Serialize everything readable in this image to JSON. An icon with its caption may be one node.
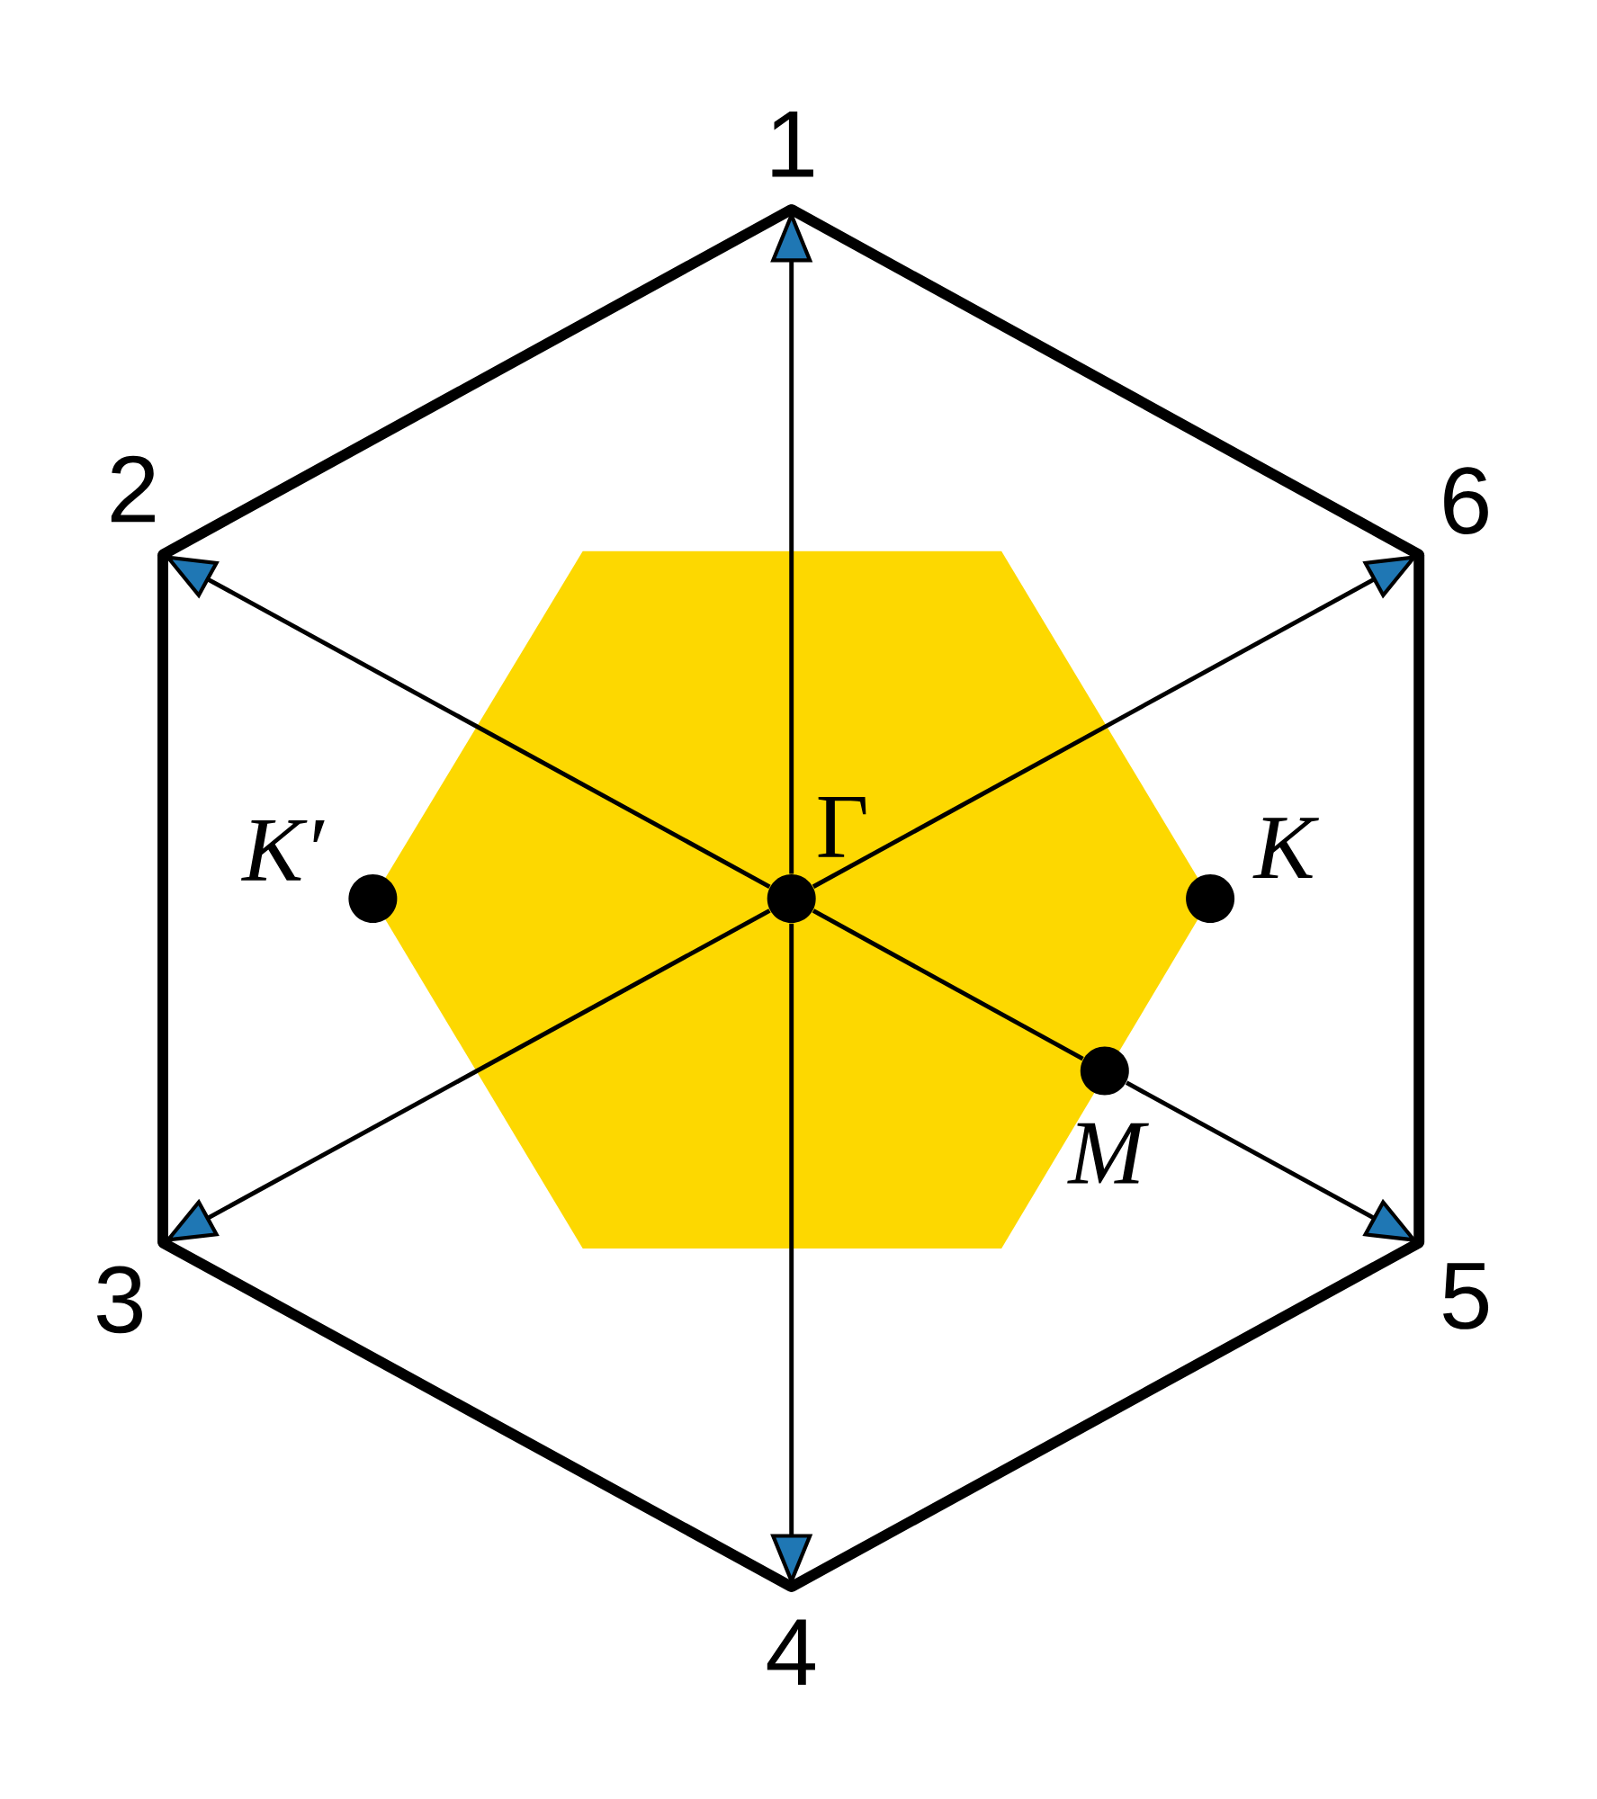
{
  "diagram": {
    "nodes": [
      {
        "text": [
          "1"
        ]
      },
      {
        "text": [
          "2"
        ]
      },
      {
        "text": [
          "3"
        ]
      },
      {
        "text": [
          "4"
        ]
      },
      {
        "text": [
          "5"
        ]
      },
      {
        "text": [
          "6"
        ]
      },
      {
        "text": [
          "Γ"
        ]
      },
      {
        "text": [
          "K′"
        ]
      },
      {
        "text": [
          "K"
        ]
      },
      {
        "text": [
          "M"
        ]
      }
    ],
    "edges": [
      {
        "from": 0,
        "to": 1,
        "arrow": "none",
        "style": "thick"
      },
      {
        "from": 1,
        "to": 2,
        "arrow": "none",
        "style": "thick"
      },
      {
        "from": 2,
        "to": 3,
        "arrow": "none",
        "style": "thick"
      },
      {
        "from": 3,
        "to": 4,
        "arrow": "none",
        "style": "thick"
      },
      {
        "from": 4,
        "to": 5,
        "arrow": "none",
        "style": "thick"
      },
      {
        "from": 5,
        "to": 0,
        "arrow": "none",
        "style": "thick"
      },
      {
        "from": 6,
        "to": 0,
        "arrow": "to"
      },
      {
        "from": 6,
        "to": 1,
        "arrow": "to"
      },
      {
        "from": 6,
        "to": 2,
        "arrow": "to"
      },
      {
        "from": 6,
        "to": 3,
        "arrow": "to"
      },
      {
        "from": 6,
        "to": 9,
        "arrow": "none"
      },
      {
        "from": 9,
        "to": 4,
        "arrow": "to"
      },
      {
        "from": 6,
        "to": 5,
        "arrow": "to"
      }
    ]
  }
}
